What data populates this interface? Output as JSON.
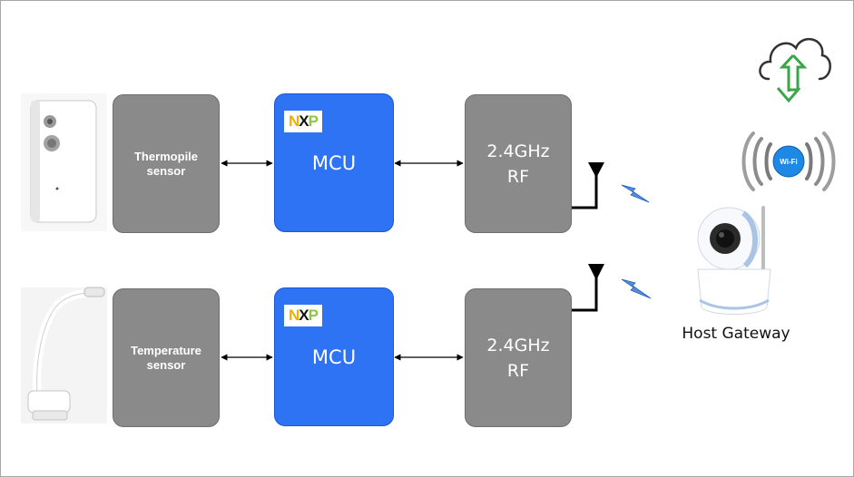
{
  "row1": {
    "sensor_label": "Thermopile\nsensor",
    "mcu_label": "MCU",
    "rf_label": "2.4GHz\nRF"
  },
  "row2": {
    "sensor_label": "Temperature\nsensor",
    "mcu_label": "MCU",
    "rf_label": "2.4GHz\nRF"
  },
  "nxp_logo": {
    "n": "N",
    "x": "X",
    "p": "P"
  },
  "gateway_label": "Host Gateway",
  "wifi_badge": "Wi-Fi",
  "colors": {
    "block_gray": "#8a8a8a",
    "mcu_blue": "#2f73f5",
    "cloud_arrow_green": "#3aa64a",
    "wifi_blue": "#1e88e5",
    "signal_blue": "#1f5fbf"
  },
  "icons": [
    "pir-sensor-device-image",
    "desk-lamp-image",
    "cloud-sync-icon",
    "wifi-signal-icon",
    "ip-camera-image",
    "antenna-icon",
    "lightning-signal-icon"
  ]
}
